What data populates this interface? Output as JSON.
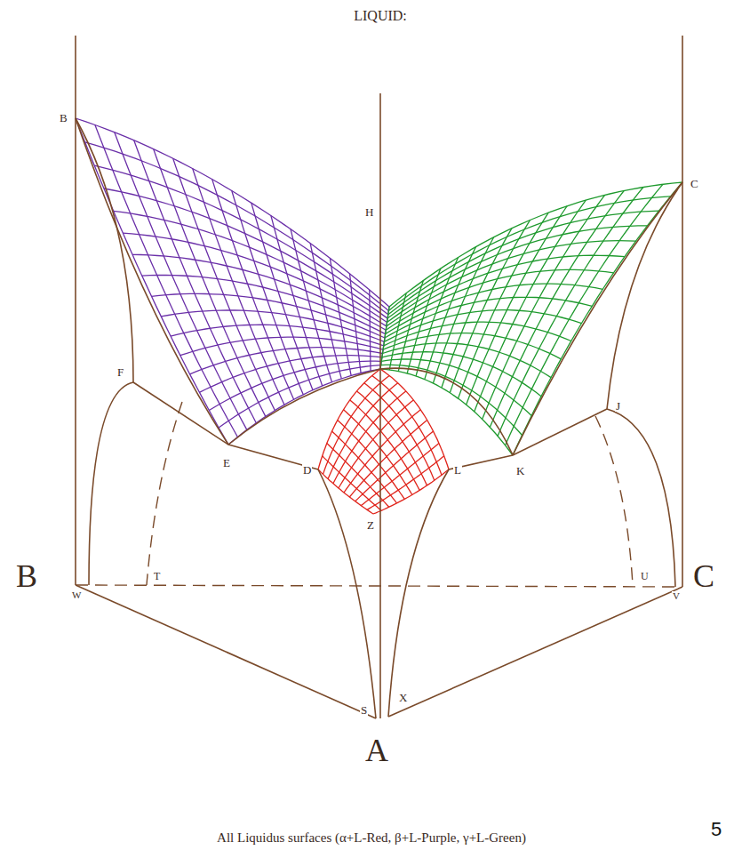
{
  "diagram": {
    "title": "LIQUID:",
    "caption": "All Liquidus surfaces (α+L-Red, β+L-Purple, γ+L-Green)",
    "labels": [
      "B",
      "H",
      "C",
      "F",
      "E",
      "D",
      "L",
      "K",
      "J",
      "Z",
      "B",
      "C",
      "T",
      "U",
      "W",
      "V",
      "S",
      "X",
      "A",
      "5"
    ]
  }
}
